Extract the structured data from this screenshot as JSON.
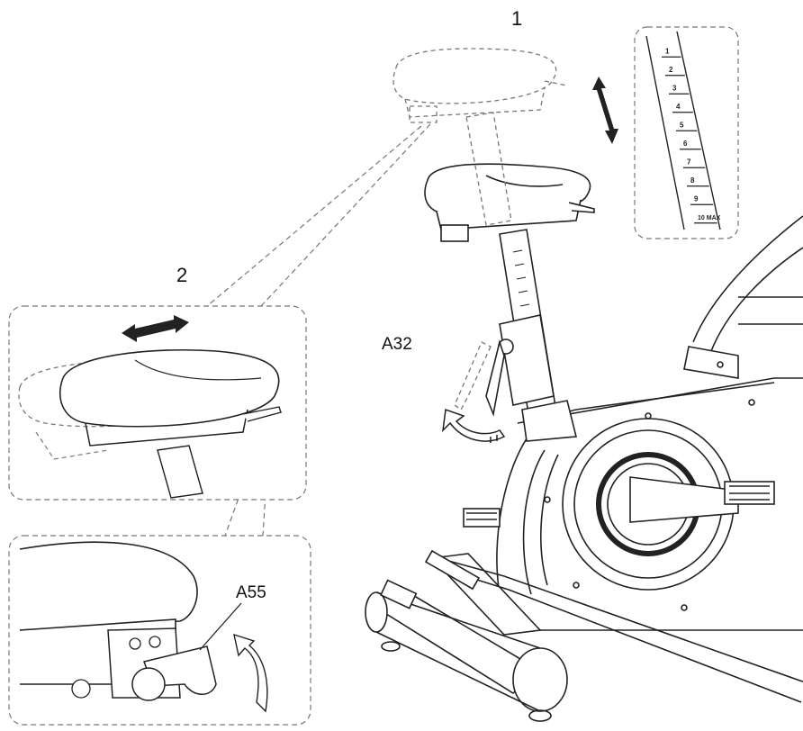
{
  "steps": {
    "step1": "1",
    "step2": "2"
  },
  "parts": {
    "seat_post": "A32",
    "seat_lever": "A55"
  },
  "scale": [
    "1",
    "2",
    "3",
    "4",
    "5",
    "6",
    "7",
    "8",
    "9",
    "10 MAX"
  ],
  "colors": {
    "line": "#222222",
    "dash": "#777777",
    "fill": "#ffffff"
  }
}
